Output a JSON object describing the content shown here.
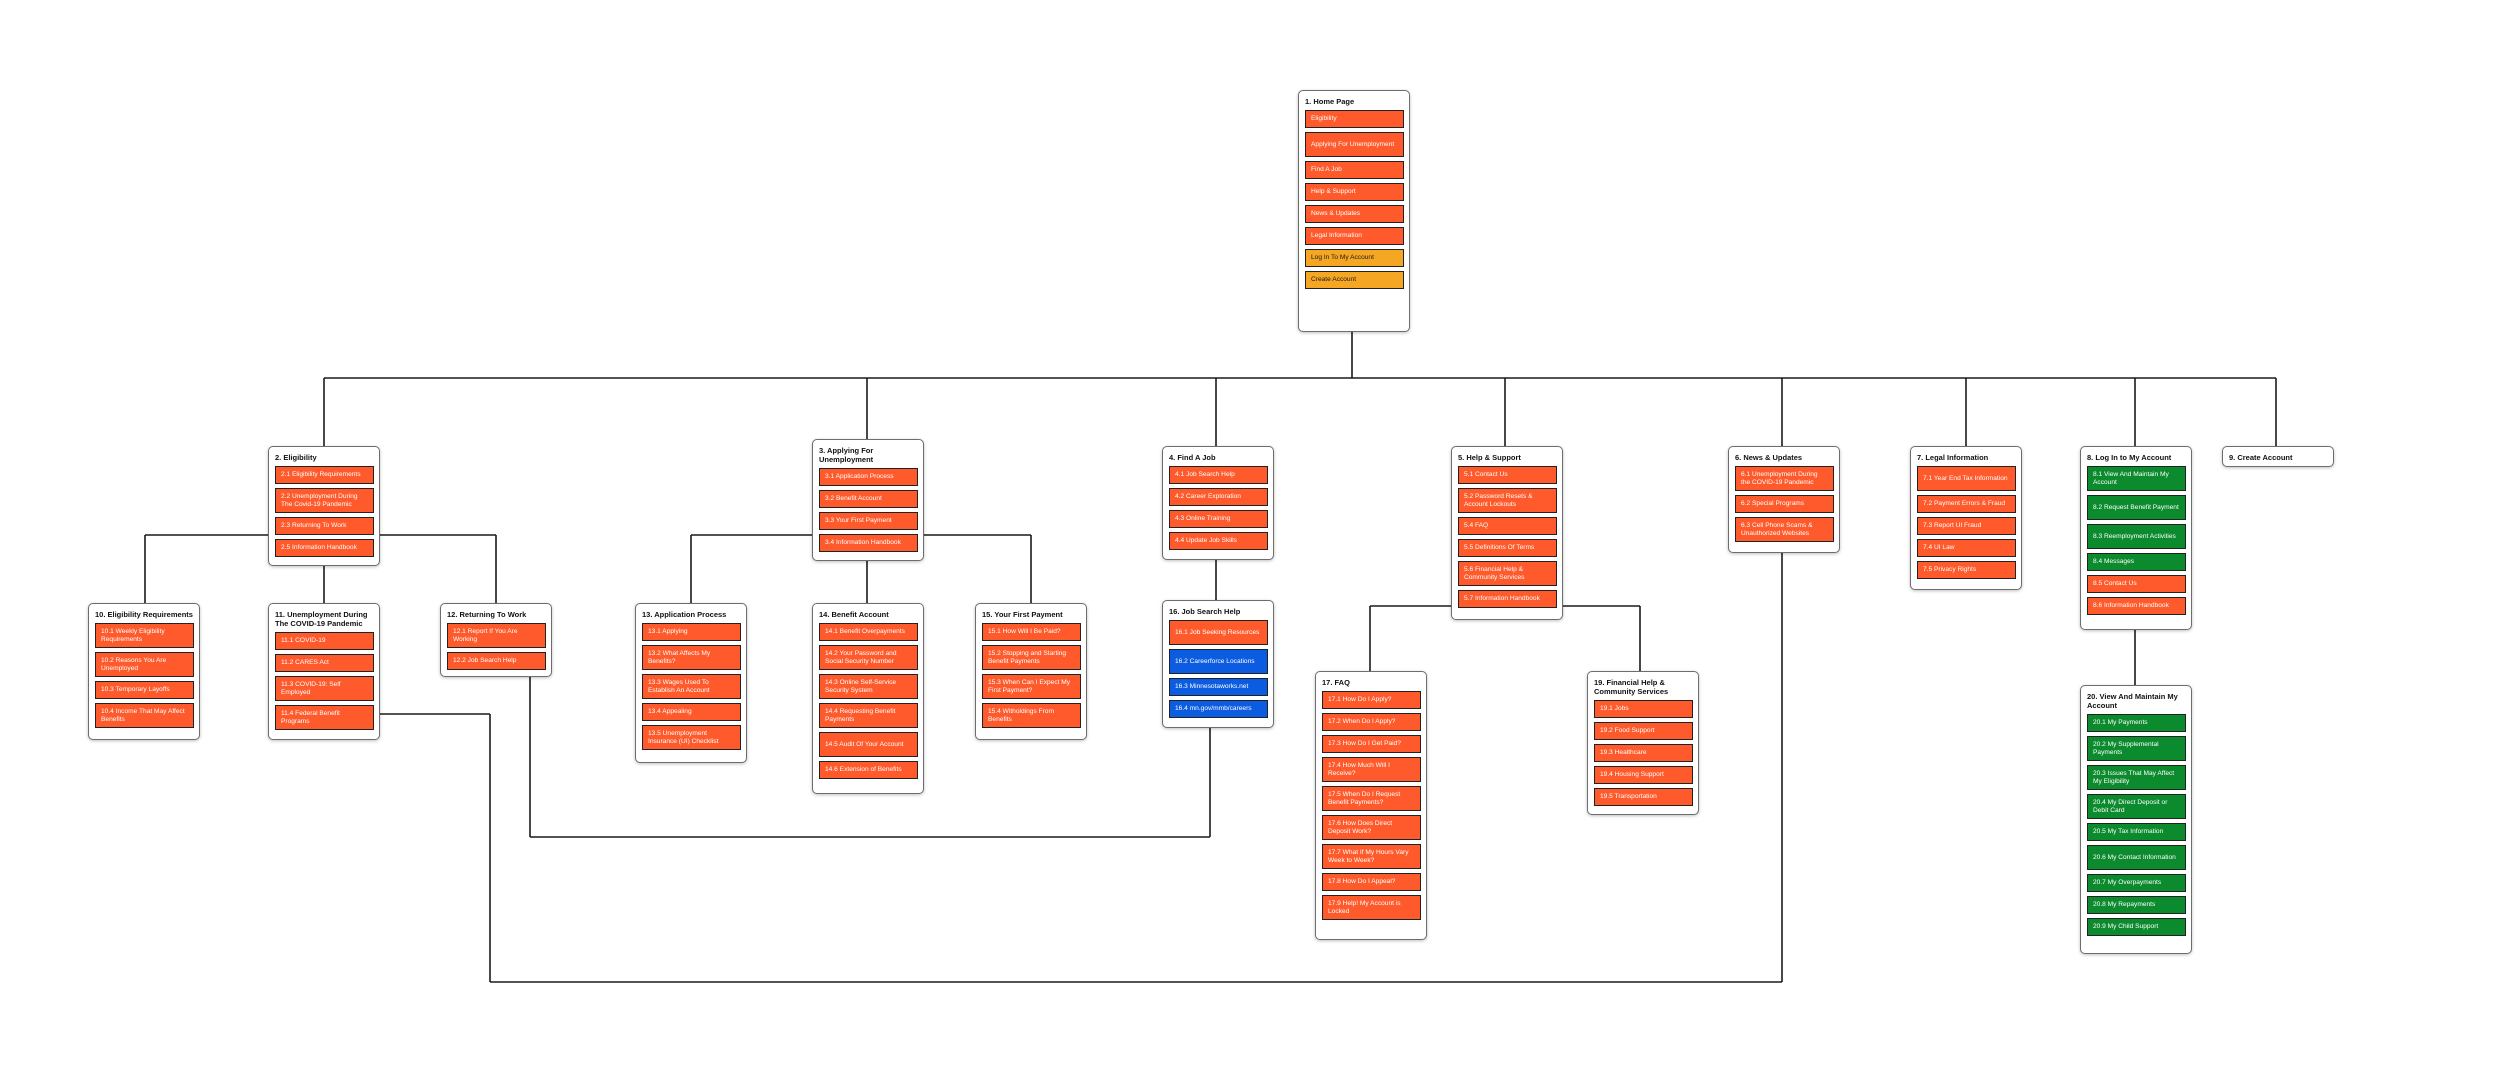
{
  "colors": {
    "orange": "#ff5a2c",
    "gold": "#f5a623",
    "green": "#0c8a2e",
    "blue": "#0b5ce1",
    "line": "#1a1a1a"
  },
  "pages": [
    {
      "id": "p1",
      "title": "1.  Home Page",
      "items": [
        {
          "label": "Eligibility",
          "color": "orange"
        },
        {
          "label": "Applying For Unemployment",
          "color": "orange"
        },
        {
          "label": "Find A Job",
          "color": "orange"
        },
        {
          "label": "Help & Support",
          "color": "orange"
        },
        {
          "label": "News & Updates",
          "color": "orange"
        },
        {
          "label": "Legal Information",
          "color": "orange"
        },
        {
          "label": "Log In To My Account",
          "color": "gold"
        },
        {
          "label": "Create Account",
          "color": "gold"
        }
      ]
    },
    {
      "id": "p2",
      "title": "2. Eligibility",
      "items": [
        {
          "label": "2.1 Eligibility Requirements",
          "color": "orange"
        },
        {
          "label": "2.2 Unemployment During The Covid-19 Pandemic",
          "color": "orange"
        },
        {
          "label": "2.3 Returning To Work",
          "color": "orange"
        },
        {
          "label": "2.5 Information Handbook",
          "color": "orange"
        }
      ]
    },
    {
      "id": "p3",
      "title": "3. Applying For Unemployment",
      "items": [
        {
          "label": "3.1 Application Process",
          "color": "orange"
        },
        {
          "label": "3.2 Benefit Account",
          "color": "orange"
        },
        {
          "label": "3.3 Your First Payment",
          "color": "orange"
        },
        {
          "label": "3.4 Information Handbook",
          "color": "orange"
        }
      ]
    },
    {
      "id": "p4",
      "title": "4. Find A Job",
      "items": [
        {
          "label": "4.1 Job Search Help",
          "color": "orange"
        },
        {
          "label": "4.2 Career Exploration",
          "color": "orange"
        },
        {
          "label": "4.3 Online Training",
          "color": "orange"
        },
        {
          "label": "4.4 Update Job Skills",
          "color": "orange"
        }
      ]
    },
    {
      "id": "p5",
      "title": "5. Help & Support",
      "items": [
        {
          "label": "5.1 Contact Us",
          "color": "orange"
        },
        {
          "label": "5.2 Password Resets & Account Lockouts",
          "color": "orange"
        },
        {
          "label": "5.4 FAQ",
          "color": "orange"
        },
        {
          "label": "5.5 Definitions Of Terms",
          "color": "orange"
        },
        {
          "label": "5.6 Financial Help & Community Services",
          "color": "orange"
        },
        {
          "label": "5.7 Information Handbook",
          "color": "orange"
        }
      ]
    },
    {
      "id": "p6",
      "title": "6. News & Updates",
      "items": [
        {
          "label": "6.1 Unemployment During the COVID-19 Pandemic",
          "color": "orange"
        },
        {
          "label": "6.2 Special Programs",
          "color": "orange"
        },
        {
          "label": "6.3 Cell Phone Scams & Unauthorized Websites",
          "color": "orange"
        }
      ]
    },
    {
      "id": "p7",
      "title": "7. Legal Information",
      "items": [
        {
          "label": "7.1 Year End Tax Information",
          "color": "orange"
        },
        {
          "label": "7.2 Payment Errors & Fraud",
          "color": "orange"
        },
        {
          "label": "7.3 Report UI Fraud",
          "color": "orange"
        },
        {
          "label": "7.4 UI Law",
          "color": "orange"
        },
        {
          "label": "7.5 Privacy Rights",
          "color": "orange"
        }
      ]
    },
    {
      "id": "p8",
      "title": "8. Log In to My Account",
      "items": [
        {
          "label": "8.1 View And Maintain My Account",
          "color": "green"
        },
        {
          "label": "8.2 Request Benefit Payment",
          "color": "green"
        },
        {
          "label": "8.3 Reemployment Activities",
          "color": "green"
        },
        {
          "label": "8.4 Messages",
          "color": "green"
        },
        {
          "label": "8.5 Contact Us",
          "color": "orange"
        },
        {
          "label": "8.6 Information Handbook",
          "color": "orange"
        }
      ]
    },
    {
      "id": "p9",
      "title": "9. Create Account",
      "items": []
    },
    {
      "id": "p10",
      "title": "10. Eligibility Requirements",
      "items": [
        {
          "label": "10.1 Weekly Eligibility Requirements",
          "color": "orange"
        },
        {
          "label": "10.2 Reasons You Are Unemployed",
          "color": "orange"
        },
        {
          "label": "10.3 Temporary Layoffs",
          "color": "orange"
        },
        {
          "label": "10.4 Income That May Affect Benefits",
          "color": "orange"
        }
      ]
    },
    {
      "id": "p11",
      "title": "11. Unemployment During The COVID-19 Pandemic",
      "items": [
        {
          "label": "11.1 COVID-19",
          "color": "orange"
        },
        {
          "label": "11.2 CARES Act",
          "color": "orange"
        },
        {
          "label": "11.3 COVID-19: Self Employed",
          "color": "orange"
        },
        {
          "label": "11.4 Federal Benefit Programs",
          "color": "orange"
        }
      ]
    },
    {
      "id": "p12",
      "title": "12. Returning To Work",
      "items": [
        {
          "label": "12.1 Report If You Are Working",
          "color": "orange"
        },
        {
          "label": "12.2 Job Search Help",
          "color": "orange"
        }
      ]
    },
    {
      "id": "p13",
      "title": "13. Application Process",
      "items": [
        {
          "label": "13.1 Applying",
          "color": "orange"
        },
        {
          "label": "13.2 What Affects My Benefits?",
          "color": "orange"
        },
        {
          "label": "13.3 Wages Used To Establish An Account",
          "color": "orange"
        },
        {
          "label": "13.4 Appealing",
          "color": "orange"
        },
        {
          "label": "13.5 Unemployment Insurance (UI) Checklist",
          "color": "orange"
        }
      ]
    },
    {
      "id": "p14",
      "title": "14. Benefit Account",
      "items": [
        {
          "label": "14.1 Benefit Overpayments",
          "color": "orange"
        },
        {
          "label": "14.2 Your Password and Social Security Number",
          "color": "orange"
        },
        {
          "label": "14.3 Online Self-Service Security System",
          "color": "orange"
        },
        {
          "label": "14.4 Requesting Benefit Payments",
          "color": "orange"
        },
        {
          "label": "14.5 Audit Of Your Account",
          "color": "orange"
        },
        {
          "label": "14.6 Extension of Benefits",
          "color": "orange"
        }
      ]
    },
    {
      "id": "p15",
      "title": "15. Your First Payment",
      "items": [
        {
          "label": "15.1 How Will I Be Paid?",
          "color": "orange"
        },
        {
          "label": "15.2 Stopping and Starting Benefit Payments",
          "color": "orange"
        },
        {
          "label": "15.3 When Can I Expect My First Payment?",
          "color": "orange"
        },
        {
          "label": "15.4 Witholdings From Benefits",
          "color": "orange"
        }
      ]
    },
    {
      "id": "p16",
      "title": "16. Job Search Help",
      "items": [
        {
          "label": "16.1 Job Seeking Resources",
          "color": "orange"
        },
        {
          "label": "16.2 Careerforce Locations",
          "color": "blue"
        },
        {
          "label": "16.3 Minnesotaworks.net",
          "color": "blue"
        },
        {
          "label": "16.4 mn.gov/mmb/careers",
          "color": "blue"
        }
      ]
    },
    {
      "id": "p17",
      "title": "17. FAQ",
      "items": [
        {
          "label": "17.1 How Do I Apply?",
          "color": "orange"
        },
        {
          "label": "17.2 When Do I Apply?",
          "color": "orange"
        },
        {
          "label": "17.3 How Do I Get Paid?",
          "color": "orange"
        },
        {
          "label": "17.4 How Much Will I Receive?",
          "color": "orange"
        },
        {
          "label": "17.5 When Do I Request Benefit Payments?",
          "color": "orange"
        },
        {
          "label": "17.6 How Does Direct Deposit Work?",
          "color": "orange"
        },
        {
          "label": "17.7 What If My Hours Vary Week to Week?",
          "color": "orange"
        },
        {
          "label": "17.8 How Do I Appeal?",
          "color": "orange"
        },
        {
          "label": "17.9 Help! My Account is Locked",
          "color": "orange"
        }
      ]
    },
    {
      "id": "p19",
      "title": "19. Financial Help & Community Services",
      "items": [
        {
          "label": "19.1 Jobs",
          "color": "orange"
        },
        {
          "label": "19.2 Food Support",
          "color": "orange"
        },
        {
          "label": "19.3 Healthcare",
          "color": "orange"
        },
        {
          "label": "19.4 Housing Support",
          "color": "orange"
        },
        {
          "label": "19.5 Transportation",
          "color": "orange"
        }
      ]
    },
    {
      "id": "p20",
      "title": "20. View And Maintain My Account",
      "items": [
        {
          "label": "20.1 My Payments",
          "color": "green"
        },
        {
          "label": "20.2 My Supplemental Payments",
          "color": "green"
        },
        {
          "label": "20.3 Issues That May Affect My Eligibility",
          "color": "green"
        },
        {
          "label": "20.4 My Direct Deposit or Debit Card",
          "color": "green"
        },
        {
          "label": "20.5 My Tax Information",
          "color": "green"
        },
        {
          "label": "20.6 My Contact Information",
          "color": "green"
        },
        {
          "label": "20.7 My Overpayments",
          "color": "green"
        },
        {
          "label": "20.8 My Repayments",
          "color": "green"
        },
        {
          "label": "20.9 My Child Support",
          "color": "green"
        }
      ]
    }
  ]
}
